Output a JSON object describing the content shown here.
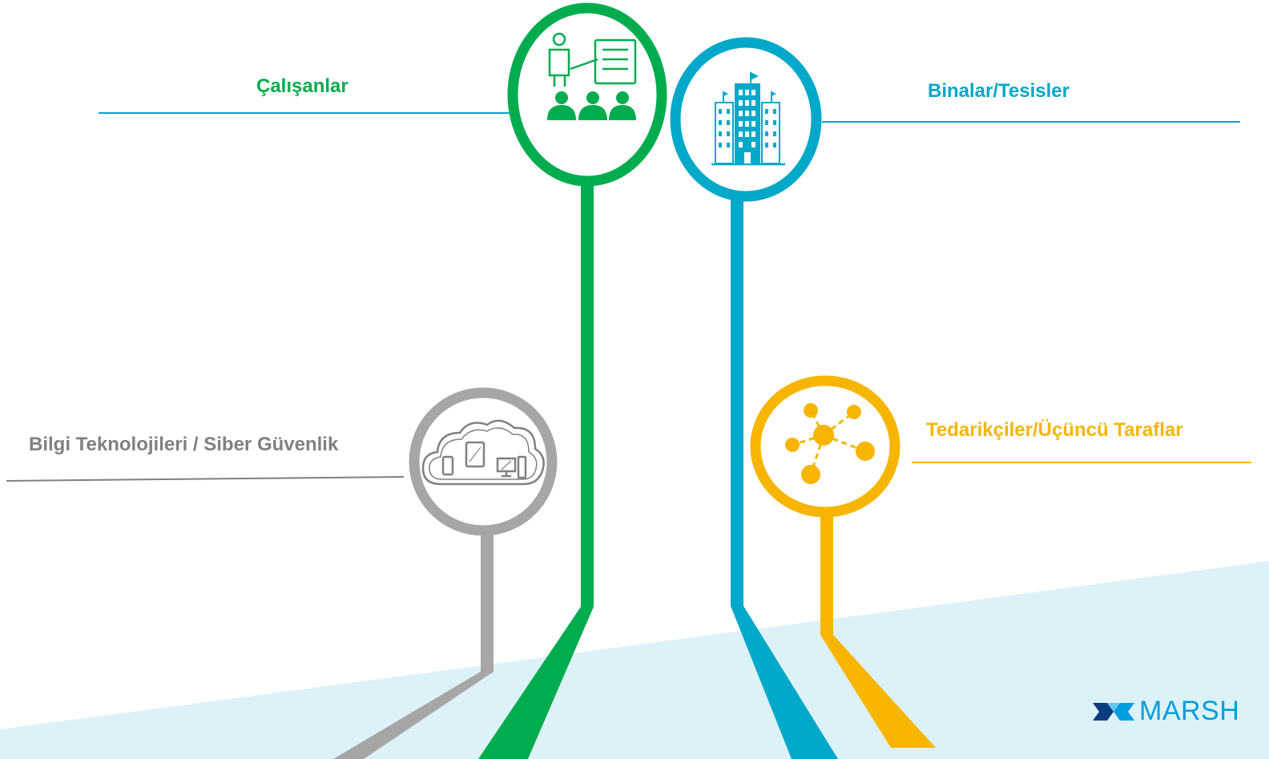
{
  "labels": {
    "employees": "Çalışanlar",
    "buildings": "Binalar/Tesisler",
    "it_cyber": "Bilgi Teknolojileri / Siber Güvenlik",
    "suppliers": "Tedarikçiler/Üçüncü Taraflar"
  },
  "logo": {
    "text": "MARSH"
  },
  "icons": {
    "employees": "presentation-icon",
    "buildings": "office-building-icon",
    "it_cyber": "cloud-devices-icon",
    "suppliers": "network-nodes-icon"
  },
  "colors": {
    "green": "#00AC4E",
    "blue": "#00A8C9",
    "gray": "#A6A6A6",
    "yellow": "#F7B500",
    "ground": "#DDF2F8",
    "logo": "#009DE0"
  }
}
